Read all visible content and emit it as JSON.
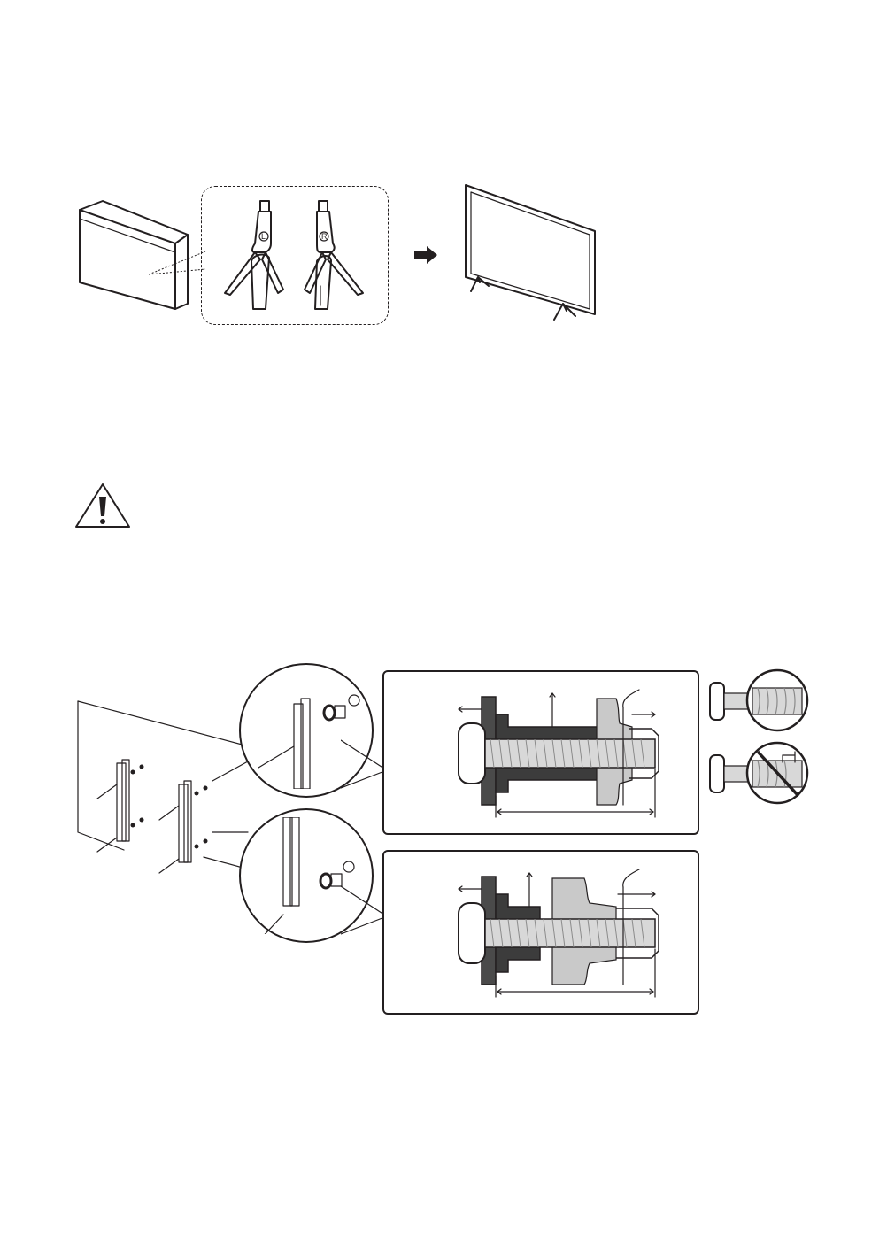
{
  "page": {
    "background": "#ffffff",
    "ink": "#231f20"
  },
  "figures": {
    "stand_install": {
      "stand_marks": {
        "left": "L",
        "right": "R"
      },
      "arrow_icon": "arrow-right-icon"
    },
    "caution": {
      "icon": "warning-triangle-icon"
    },
    "wall_mount": {
      "detail_panels": 2,
      "screw_check": [
        "correct-screw-icon",
        "prohibited-screw-icon"
      ]
    }
  },
  "colors": {
    "wall_dark": "#4a4a4a",
    "bracket_grey": "#c9c9c9",
    "thread_grey": "#d8d8d8"
  }
}
